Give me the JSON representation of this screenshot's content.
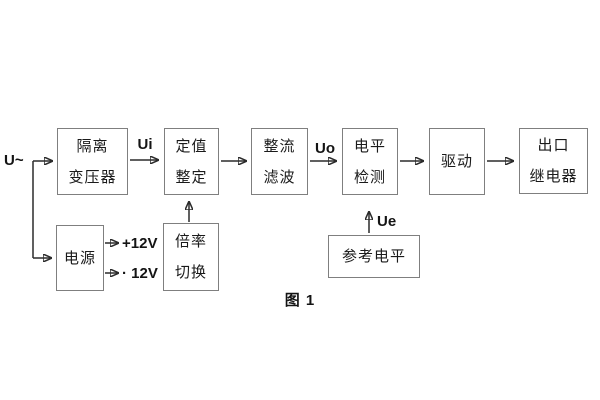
{
  "figure": {
    "caption": "图 1"
  },
  "signal_labels": {
    "input": "U~",
    "ui": "Ui",
    "uo": "Uo",
    "ue": "Ue",
    "rail_positive": "+12V",
    "rail_negative": "· 12V"
  },
  "blocks": {
    "isolation_transformer": {
      "line1": "隔离",
      "line2": "变压器"
    },
    "value_setting": {
      "line1": "定值",
      "line2": "整定"
    },
    "rectify_filter": {
      "line1": "整流",
      "line2": "滤波"
    },
    "level_detect": {
      "line1": "电平",
      "line2": "检测"
    },
    "drive": {
      "line1": "驱动"
    },
    "output_relay": {
      "line1": "出口",
      "line2": "继电器"
    },
    "power_supply": {
      "line1": "电源"
    },
    "ratio_switch": {
      "line1": "倍率",
      "line2": "切换"
    },
    "reference_level": {
      "line1": "参考电平"
    }
  },
  "colors": {
    "background": "#ffffff",
    "box_border": "#7f7f7f",
    "text": "#1a1a1a",
    "wire": "#2b2b2b"
  }
}
